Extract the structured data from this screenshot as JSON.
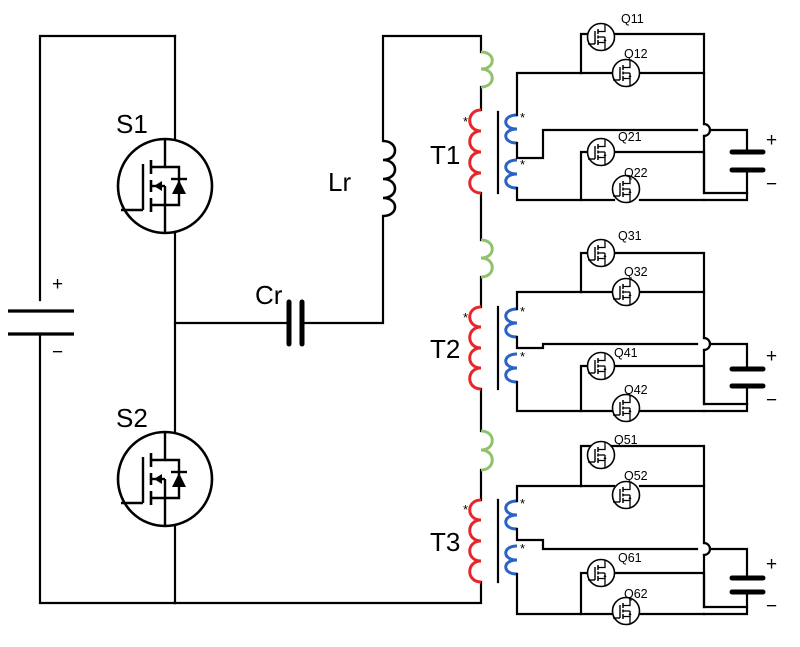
{
  "labels": {
    "s1": "S1",
    "s2": "S2",
    "cr": "Cr",
    "lr": "Lr",
    "t1": "T1",
    "t2": "T2",
    "t3": "T3",
    "q11": "Q11",
    "q12": "Q12",
    "q21": "Q21",
    "q22": "Q22",
    "q31": "Q31",
    "q32": "Q32",
    "q41": "Q41",
    "q42": "Q42",
    "q51": "Q51",
    "q52": "Q52",
    "q61": "Q61",
    "q62": "Q62",
    "plus": "+",
    "minus": "−",
    "dot": "*"
  },
  "colors": {
    "wire": "#000000",
    "leakage_inductor": "#8fc26a",
    "primary_winding": "#e8252a",
    "secondary_winding": "#2b62c6"
  }
}
